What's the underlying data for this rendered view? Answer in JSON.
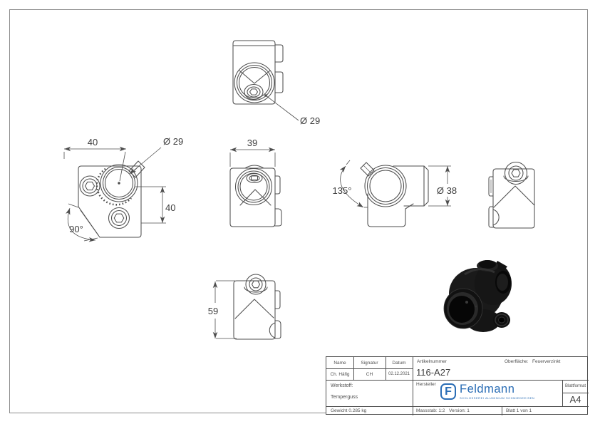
{
  "sheet": {
    "frame_color": "#8c8c8c",
    "line_color": "#4d4d4d"
  },
  "views": {
    "top": {
      "diameter_label": "Ø 29"
    },
    "front": {
      "width_label": "40",
      "diameter_label": "Ø 29",
      "height_label": "40",
      "angle_label": "90°"
    },
    "side": {
      "width_label": "39"
    },
    "angled": {
      "angle_label": "135°",
      "diameter_label": "Ø 38"
    },
    "bottom": {
      "height_label": "59"
    }
  },
  "title_block": {
    "name_header": "Name",
    "signature_header": "Signatur",
    "date_header": "Datum",
    "name_value": "Ch. Häfig",
    "signature_value": "CH",
    "date_value": "02.12.2021",
    "article_label": "Artikelnummer",
    "article_number": "116-A27",
    "surface_label": "Oberfläche:",
    "surface_value": "Feuerverzinkt",
    "material_label": "Werkstoff:",
    "material_value": "Temperguss",
    "manufacturer_label": "Hersteller",
    "weight": "Gewicht 0.285 kg",
    "scale": "Massstab: 1:2",
    "version": "Version: 1",
    "sheet_of": "Blatt 1 von 1",
    "format_label": "Blattformat",
    "format_value": "A4",
    "logo": {
      "letter": "F",
      "text": "Feldmann",
      "subtitle": "SCHLOSSEREI ALUMINIUM SCHMIEDEEISEN",
      "color": "#2a6db5"
    }
  }
}
